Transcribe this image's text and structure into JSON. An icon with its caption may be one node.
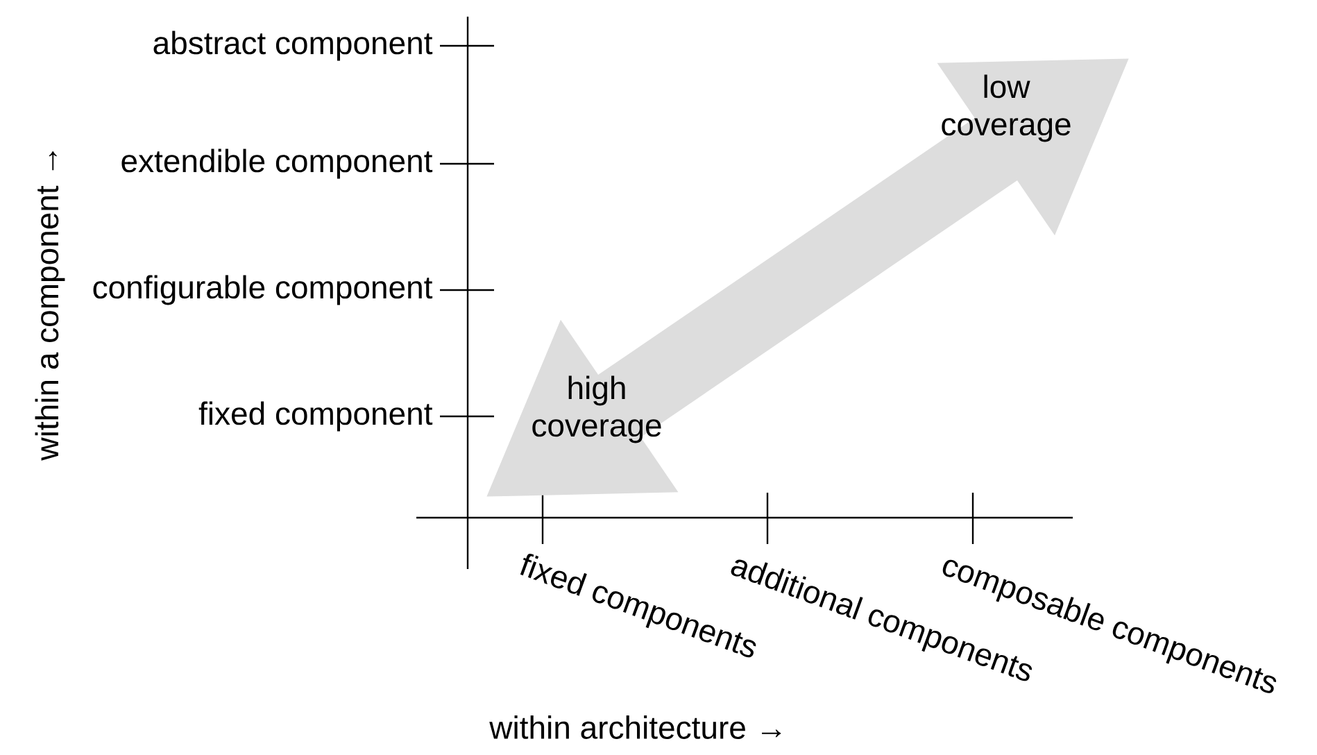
{
  "diagram": {
    "nodes": [
      {
        "text": [
          "low coverage",
          "high coverage"
        ]
      }
    ],
    "labels": [
      "abstract component",
      "extendible component",
      "configurable component",
      "fixed component",
      "within a component →",
      "fixed components",
      "additional components",
      "composable components",
      "within architecture →"
    ]
  }
}
